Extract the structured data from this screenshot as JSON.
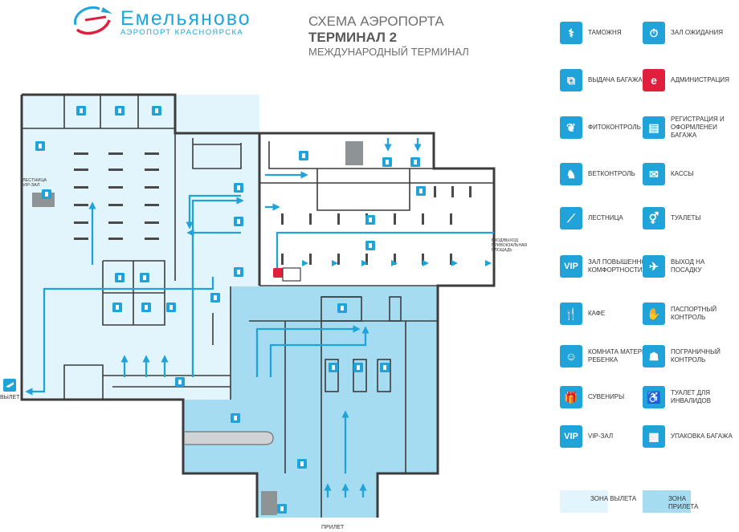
{
  "header": {
    "brand_name": "Емельяново",
    "brand_sub": "АЭРОПОРТ КРАСНОЯРСКА",
    "scheme_title": "СХЕМА АЭРОПОРТА",
    "terminal_name": "ТЕРМИНАЛ 2",
    "terminal_sub": "МЕЖДУНАРОДНЫЙ ТЕРМИНАЛ"
  },
  "map_labels": {
    "departure": "ВЫЛЕТ",
    "arrival": "ПРИЛЕТ",
    "stairs": [
      "ЛЕСТНИЦА",
      "VIP-ЗАЛ"
    ],
    "entrance": [
      "ВХОД/ВЫХОД",
      "ПРИВОКЗАЛЬНАЯ",
      "ПЛОЩАДЬ"
    ]
  },
  "colors": {
    "departure_zone": "#e3f5fc",
    "arrival_zone": "#a5dcf2",
    "accent": "#1fa3d9",
    "admin": "#e01f3d",
    "wall": "#3c3c3c"
  },
  "legend": {
    "customs": {
      "label": "ТАМОЖНЯ",
      "icon": "customs-icon"
    },
    "waiting_hall": {
      "label": "ЗАЛ ОЖИДАНИЯ",
      "icon": "waiting-hall-icon"
    },
    "baggage_claim": {
      "label": "ВЫДАЧА БАГАЖА",
      "icon": "baggage-claim-icon"
    },
    "administration": {
      "label": "АДМИНИСТРАЦИЯ",
      "icon": "administration-icon"
    },
    "phytocontrol": {
      "label": "ФИТОКОНТРОЛЬ",
      "icon": "leaf-icon"
    },
    "check_in": {
      "label": "РЕГИСТРАЦИЯ И ОФОРМЛЕНЕИ БАГАЖА",
      "icon": "check-in-icon"
    },
    "vet_control": {
      "label": "ВЕТКОНТРОЛЬ",
      "icon": "dog-icon"
    },
    "tickets": {
      "label": "КАССЫ",
      "icon": "ticket-icon"
    },
    "stairs": {
      "label": "ЛЕСТНИЦА",
      "icon": "stairs-icon"
    },
    "toilets": {
      "label": "ТУАЛЕТЫ",
      "icon": "toilet-icon"
    },
    "vip_lounge_hp": {
      "label": "ЗАЛ ПОВЫШЕННОЙ КОМФОРТНОСТИ",
      "icon_text": "VIP"
    },
    "boarding": {
      "label": "ВЫХОД НА ПОСАДКУ",
      "icon": "airplane-icon"
    },
    "cafe": {
      "label": "КАФЕ",
      "icon": "cafe-icon"
    },
    "passport_control": {
      "label": "ПАСПОРТНЫЙ КОНТРОЛЬ",
      "icon": "passport-icon"
    },
    "mother_child": {
      "label": "КОМНАТА МАТЕРИ И РЕБЕНКА",
      "icon": "mother-child-icon"
    },
    "border_control": {
      "label": "ПОГРАНИЧНЫЙ КОНТРОЛЬ",
      "icon": "border-control-icon"
    },
    "souvenirs": {
      "label": "СУВЕНИРЫ",
      "icon": "gift-icon"
    },
    "disabled_toilet": {
      "label": "ТУАЛЕТ ДЛЯ ИНВАЛИДОВ",
      "icon": "wheelchair-icon"
    },
    "vip_hall": {
      "label": "VIP-ЗАЛ",
      "icon_text": "VIP"
    },
    "baggage_wrap": {
      "label": "УПАКОВКА БАГАЖА",
      "icon": "baggage-wrap-icon"
    },
    "departure_zone": {
      "label": "ЗОНА ВЫЛЕТА"
    },
    "arrival_zone": {
      "label": "ЗОНА ПРИЛЕТА"
    }
  }
}
